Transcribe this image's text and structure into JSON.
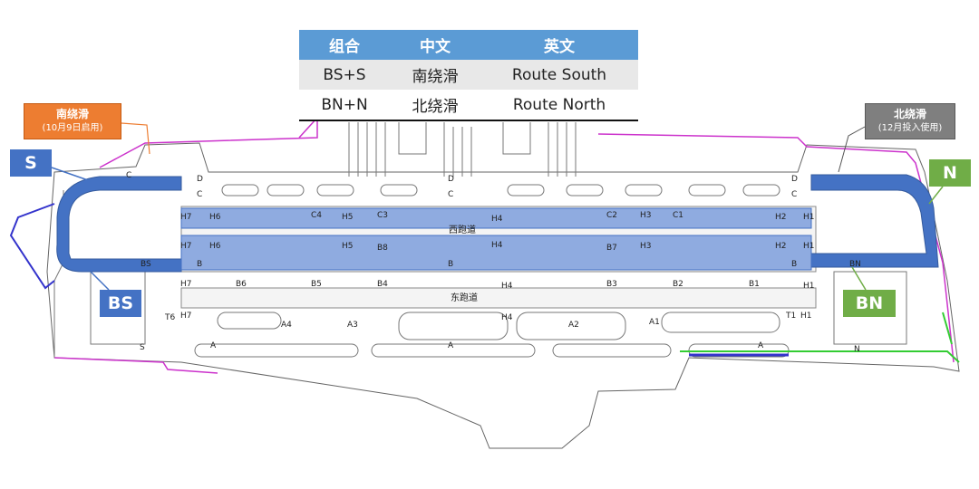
{
  "legend_table": {
    "headers": [
      "组合",
      "中文",
      "英文"
    ],
    "rows": [
      [
        "BS+S",
        "南绕滑",
        "Route South"
      ],
      [
        "BN+N",
        "北绕滑",
        "Route North"
      ]
    ],
    "header_color": "#5b9bd5"
  },
  "callouts": {
    "south": {
      "title": "南绕滑",
      "note": "(10月9日启用)",
      "color": "#ed7d31"
    },
    "north": {
      "title": "北绕滑",
      "note": "(12月投入使用)",
      "color": "#7f7f7f"
    }
  },
  "route_tags": {
    "s": "S",
    "bs": "BS",
    "n": "N",
    "bn": "BN",
    "blue": "#4472c4",
    "green": "#70ad47"
  },
  "runways": {
    "west": "西跑道",
    "east": "东跑道"
  },
  "taxiway_labels": {
    "d_left": "D",
    "c_left": "C",
    "d_mid": "D",
    "c_mid": "C",
    "d_right": "D",
    "c_right": "C",
    "h7_top": "H7",
    "h6_top": "H6",
    "c4": "C4",
    "h5_top": "H5",
    "c3": "C3",
    "h4_top": "H4",
    "c2": "C2",
    "h3_top": "H3",
    "c1": "C1",
    "h2_top": "H2",
    "h1_top": "H1",
    "h7_mid": "H7",
    "h6_mid": "H6",
    "h5_mid": "H5",
    "b8": "B8",
    "h4_mid": "H4",
    "b7": "B7",
    "h3_mid": "H3",
    "h2_mid": "H2",
    "h1_mid": "H1",
    "bs_small": "BS",
    "b_left": "B",
    "b_mid": "B",
    "b_right": "B",
    "bn_small": "BN",
    "h7_low": "H7",
    "b6": "B6",
    "b5": "B5",
    "b4": "B4",
    "h4_low": "H4",
    "b3": "B3",
    "b2": "B2",
    "b1": "B1",
    "h1_low": "H1",
    "t6": "T6",
    "h7_bottom": "H7",
    "a4": "A4",
    "a3": "A3",
    "h4_bottom": "H4",
    "a2": "A2",
    "a1": "A1",
    "t1": "T1",
    "h1_bottom": "H1",
    "s_small": "S",
    "a_left": "A",
    "a_mid": "A",
    "a_right": "A",
    "n_small": "N",
    "c_corner": "C"
  },
  "colors": {
    "route_fill": "#4472c4",
    "route_band": "#8fabe0",
    "boundary": "#cc33cc",
    "outline": "#555555"
  }
}
